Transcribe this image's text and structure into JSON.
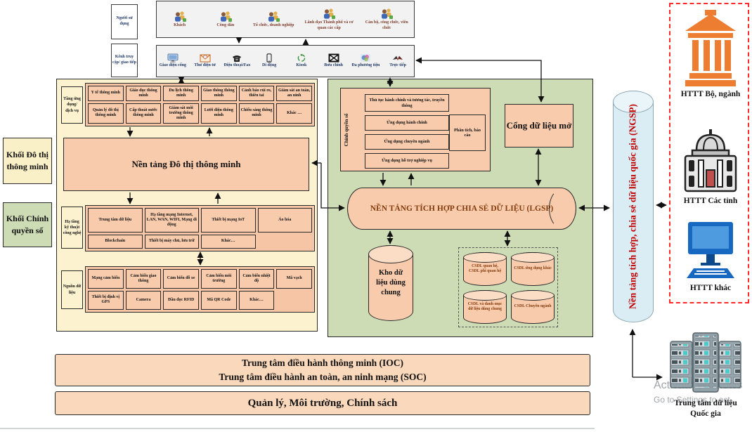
{
  "top": {
    "users_label": "Người sử dụng",
    "users": [
      "Khách",
      "Công dân",
      "Tổ chức, doanh nghiệp",
      "Lãnh đạo Thành phố và cơ quan các cấp",
      "Cán bộ, công chức, viên chức"
    ],
    "channels_label": "Kênh truy cập/ giao tiếp",
    "channels": [
      "Giao diện cổng",
      "Thư điện tử",
      "Điện thoại/Fax",
      "Di động",
      "Kiosk",
      "Bưu chính",
      "Đa phương tiện",
      "Trực tiếp"
    ]
  },
  "smart": {
    "side_label": "Khối Đô thị thông minh",
    "svc_label": "Tầng ứng dụng/ dịch vụ",
    "svc1": [
      "Y tế thông minh",
      "Giáo dục thông minh",
      "Du lịch thông minh",
      "Giao thông thông minh",
      "Cảnh báo rủi ro, thiên tai",
      "Giám sát an toàn, an ninh"
    ],
    "svc2": [
      "Quản lý đô thị thông minh",
      "Cấp thoát nước thông minh",
      "Giám sát môi trường thông minh",
      "Lưới điện thông minh",
      "Chiếu sáng thông minh",
      "Khác …"
    ],
    "platform": "Nền tảng Đô thị thông minh",
    "infra_label": "Hạ tầng kỹ thuật công nghệ",
    "infra1": [
      "Trung tâm dữ liệu",
      "Hạ tầng mạng Internet, LAN, WAN, WIFI, Mạng di động",
      "Thiết bị mạng IoT",
      "Ảo hóa"
    ],
    "infra2": [
      "Blockchain",
      "Thiết bị máy chủ, lưu trữ",
      "Khác…"
    ],
    "data_label": "Nguồn dữ liệu",
    "data1": [
      "Mạng cảm biến",
      "Cảm biến giao thông",
      "Cảm biến đỗ xe",
      "Cảm biến môi trường",
      "Cảm biến nhiệt độ",
      "Mã vạch"
    ],
    "data2": [
      "Thiết bị định vị GPS",
      "Camera",
      "Đầu đọc RFID",
      "Mã QR Code",
      "Khác…"
    ]
  },
  "gov": {
    "side_label": "Khối Chính quyền số",
    "group_label": "Chính quyền số",
    "apps": [
      "Thủ tục hành chính và tương tác, truyền thông",
      "Ứng dụng hành chính",
      "Ứng dụng chuyên ngành",
      "Ứng dụng hỗ trợ nghiệp vụ"
    ],
    "analytics": "Phân tích, báo cáo",
    "portal": "Cổng dữ liệu mở",
    "lgsp": "NỀN TẢNG TÍCH HỢP CHIA SẺ DỮ LIỆU (LGSP)",
    "kho": "Kho dữ liệu dùng chung",
    "csdl": [
      "CSDL quan hệ, CSDL phi quan hệ",
      "CSDL ứng dụng khác",
      "CSDL và danh mục dữ liệu dùng chung",
      "CSDL Chuyên ngành"
    ]
  },
  "right": {
    "ngsp": "Nền tảng tích hợp, chia sẻ dữ liệu quốc gia (NGSP)",
    "external": [
      "HTTT Bộ, ngành",
      "HTTT Các tỉnh",
      "HTTT khác"
    ],
    "dc": "Trung tâm dữ liệu Quốc gia"
  },
  "bars": {
    "ioc": "Trung tâm điều hành thông minh (IOC)",
    "soc": "Trung tâm điều hành an toàn, an ninh mạng (SOC)",
    "governance": "Quản lý, Môi trường, Chính sách"
  },
  "watermark": {
    "l1": "Activate Windows",
    "l2": "Go to Settings to act..."
  },
  "colors": {
    "peach": "#f8cbad",
    "cream": "#fdf2cf",
    "green": "#cedcb6",
    "ngsp_blue": "#daecf4",
    "red_text": "#c00000",
    "brand_orange": "#ed7d31",
    "lgsp_text": "#843c0c"
  }
}
